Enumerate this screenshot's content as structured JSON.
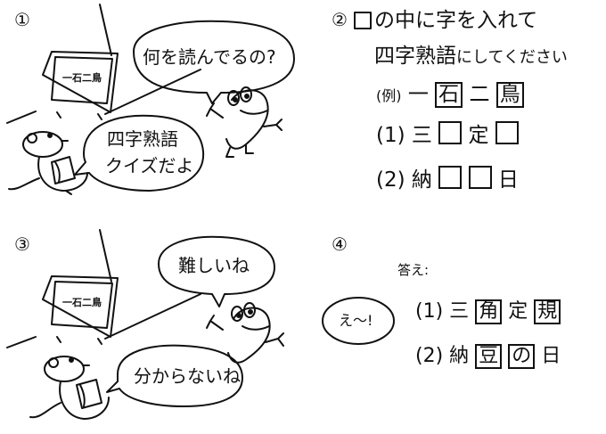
{
  "panels": {
    "p1": {
      "number": "①",
      "tv_label": "一石二鳥",
      "bubble_top": "何を読んでるの?",
      "bubble_bottom_line1": "四字熟語",
      "bubble_bottom_line2": "クイズだよ"
    },
    "p2": {
      "number": "②",
      "instruction_line1": "の中に字を入れて",
      "instruction_line2_a": "四字熟語",
      "instruction_line2_b": "にしてください",
      "example_label": "(例)",
      "example_chars": [
        "一",
        "石",
        "二",
        "鳥"
      ],
      "q1_label": "(1)",
      "q1_chars": [
        "三",
        "定"
      ],
      "q2_label": "(2)",
      "q2_chars": [
        "納",
        "日"
      ]
    },
    "p3": {
      "number": "③",
      "tv_label": "一石二鳥",
      "bubble_top": "難しいね",
      "bubble_bottom": "分からないね"
    },
    "p4": {
      "number": "④",
      "answer_heading": "答え:",
      "bubble": "え〜!",
      "a1_label": "(1)",
      "a1_chars": [
        "三",
        "角",
        "定",
        "規"
      ],
      "a2_label": "(2)",
      "a2_chars": [
        "納",
        "豆",
        "の",
        "日"
      ]
    }
  }
}
